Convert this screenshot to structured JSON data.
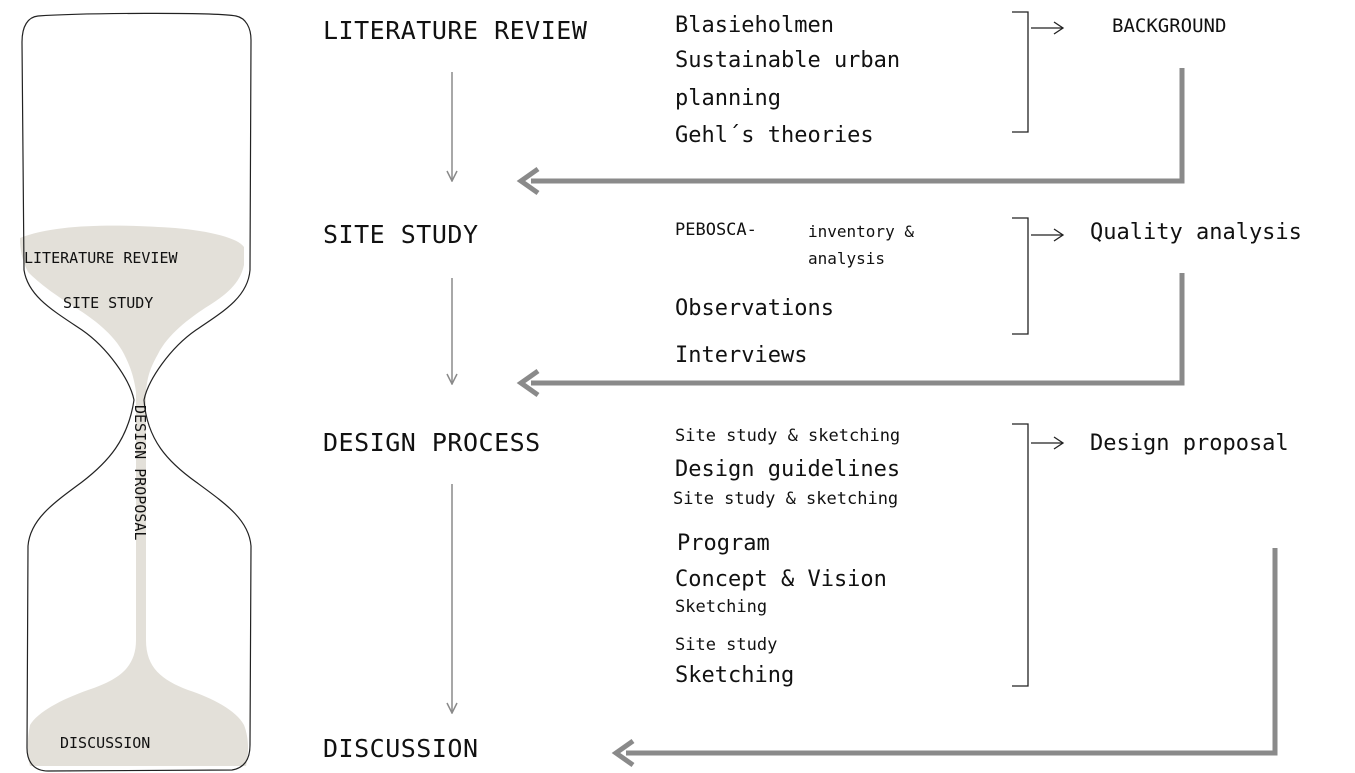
{
  "hourglass": {
    "top_labels": [
      "LITERATURE REVIEW",
      "SITE STUDY"
    ],
    "vertical_label": "DESIGN PROPOSAL",
    "bottom_label": "DISCUSSION"
  },
  "stages": [
    {
      "label": "LITERATURE REVIEW"
    },
    {
      "label": "SITE STUDY"
    },
    {
      "label": "DESIGN PROCESS"
    },
    {
      "label": "DISCUSSION"
    }
  ],
  "groups": {
    "literature": {
      "items": [
        "Blasieholmen",
        "Sustainable urban",
        "planning",
        "Gehl´s theories"
      ],
      "output": "BACKGROUND"
    },
    "site": {
      "peb_prefix": "PEBOSCA-",
      "peb_detail_1": "inventory &",
      "peb_detail_2": "analysis",
      "items": [
        "Observations",
        "Interviews"
      ],
      "output": "Quality analysis"
    },
    "design": {
      "items": [
        "Site study & sketching",
        "Design guidelines",
        "Site study & sketching",
        "Program",
        "Concept & Vision",
        "Sketching",
        "Site study",
        "Sketching"
      ],
      "output": "Design proposal"
    }
  },
  "colors": {
    "sand": "#e3e0d9",
    "arrow_gray": "#8a8a8a",
    "line_dark": "#222222"
  }
}
